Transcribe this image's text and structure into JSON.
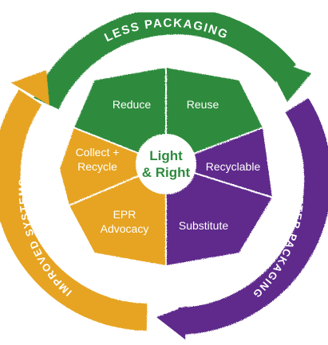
{
  "colors": {
    "green": "#2e8b3e",
    "purple": "#5e2a8c",
    "gold": "#e6a423",
    "center_fill": "#ffffff",
    "center_text": "#2e8b3e"
  },
  "arrows": {
    "top": "LESS PACKAGING",
    "right": "BETTER PACKAGING",
    "left": "IMPROVED SYSTEMS"
  },
  "segments": {
    "reduce": "Reduce",
    "reuse": "Reuse",
    "recyclable": "Recyclable",
    "substitute": "Substitute",
    "epr_line1": "EPR",
    "epr_line2": "Advocacy",
    "collect_line1": "Collect +",
    "collect_line2": "Recycle"
  },
  "center": {
    "line1": "Light",
    "line2": "& Right"
  }
}
